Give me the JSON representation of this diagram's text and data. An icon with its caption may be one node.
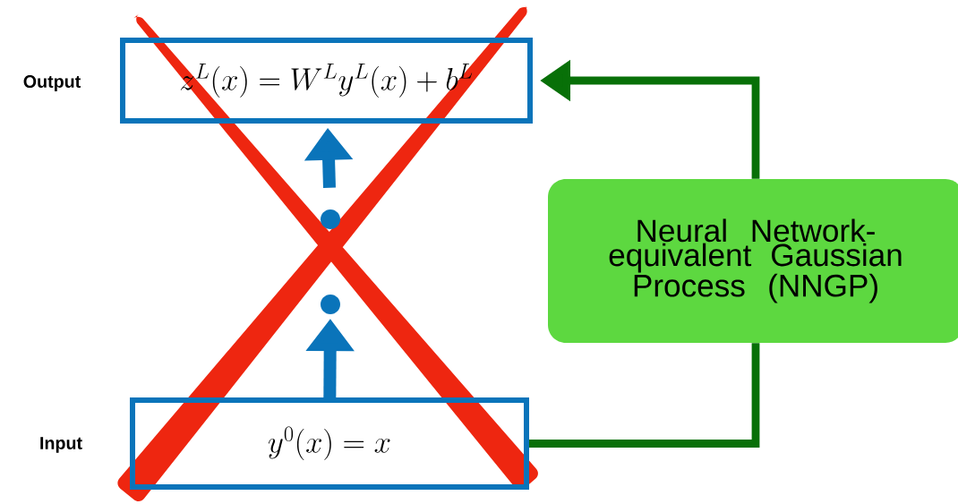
{
  "diagram": {
    "nodes": [
      {
        "text": [
          "z^{L}(x) = W^{L} y^{L}(x) + b^{L}"
        ],
        "beside": [
          "Output"
        ]
      },
      {
        "text": [],
        "shape": "circle"
      },
      {
        "text": [],
        "shape": "circle"
      },
      {
        "text": [
          "Neural Network-equivalent Gaussian Process (NNGP)"
        ]
      },
      {
        "text": [
          "y^{0}(x) = x"
        ],
        "beside": [
          "Input"
        ]
      }
    ],
    "edges": [
      {
        "from": 4,
        "to": 2,
        "arrow": "to",
        "color": "#0a74ba"
      },
      {
        "from": 1,
        "to": 0,
        "arrow": "to",
        "color": "#0a74ba"
      },
      {
        "from": 4,
        "to": 3,
        "arrow": "none",
        "color": "#087008"
      },
      {
        "from": 3,
        "to": 0,
        "arrow": "to",
        "color": "#087008"
      }
    ]
  }
}
